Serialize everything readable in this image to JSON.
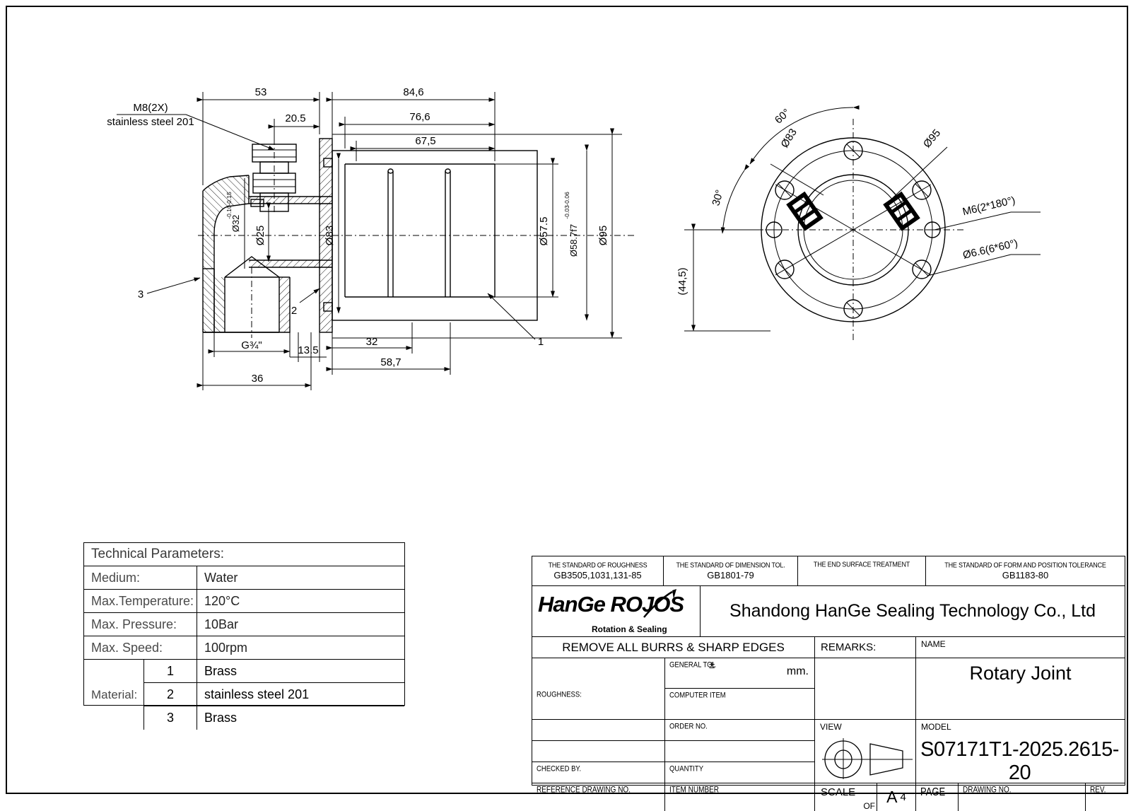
{
  "drawing": {
    "type": "engineering-technical-drawing",
    "sheet_size": "A4",
    "views": [
      {
        "name": "section-view",
        "position": "left"
      },
      {
        "name": "end-view",
        "position": "right"
      }
    ],
    "section_view_dimensions": {
      "top_chain": [
        "53",
        "20.5",
        "84,6",
        "76,6",
        "67,5"
      ],
      "bottom_chain": [
        "G¾\"",
        "36",
        "13.5",
        "32",
        "58,7"
      ],
      "diameters": [
        "Ø25",
        "Ø83",
        "Ø57.5",
        "Ø95"
      ],
      "toleranced": [
        {
          "value": "Ø32",
          "upper": "-0.10",
          "lower": "-0.15"
        },
        {
          "value": "Ø58.7f7",
          "upper": "-0.03",
          "lower": "-0.06"
        }
      ],
      "notes": [
        "M8(2X)",
        "stainless steel 201"
      ],
      "balloons": [
        "1",
        "2",
        "3"
      ]
    },
    "end_view_dimensions": {
      "angles": [
        "60°",
        "30°"
      ],
      "bolt_circles": [
        "Ø83",
        "Ø95"
      ],
      "reference": "(44,5)",
      "hole_callouts": [
        "M6(2*180°)",
        "Ø6.6(6*60°)"
      ]
    }
  },
  "tech_params": {
    "title": "Technical Parameters:",
    "rows": [
      {
        "label": "Medium:",
        "value": "Water"
      },
      {
        "label": "Max.Temperature:",
        "value": "120°C"
      },
      {
        "label": "Max. Pressure:",
        "value": "10Bar"
      },
      {
        "label": "Max. Speed:",
        "value": "100rpm"
      }
    ],
    "material_label": "Material:",
    "materials": [
      {
        "no": "1",
        "name": "Brass"
      },
      {
        "no": "2",
        "name": "stainless steel 201"
      },
      {
        "no": "3",
        "name": "Brass"
      }
    ]
  },
  "title_block": {
    "standards": [
      {
        "caption": "THE STANDARD OF ROUGHNESS",
        "value": "GB3505,1031,131-85"
      },
      {
        "caption": "THE STANDARD OF DIMENSION TOL.",
        "value": "GB1801-79"
      },
      {
        "caption": "THE END SURFACE TREATMENT",
        "value": ""
      },
      {
        "caption": "THE STANDARD OF FORM AND POSITION TOLERANCE",
        "value": "GB1183-80"
      }
    ],
    "logo": {
      "text": "HanGe ROJOS",
      "tagline": "Rotation & Sealing"
    },
    "company": "Shandong HanGe Sealing Technology Co., Ltd",
    "burrs_note": "REMOVE ALL BURRS & SHARP EDGES",
    "roughness_label": "ROUGHNESS:",
    "general_tol_label": "GENERAL TOL",
    "general_tol_symbol": "±",
    "general_tol_unit": "mm.",
    "computer_item_label": "COMPUTER ITEM",
    "order_no_label": "ORDER NO.",
    "checked_by_label": "CHECKED BY.",
    "quantity_label": "QUANTITY",
    "reference_drawing_label": "REFERENCE DRAWING NO.",
    "item_number_label": "ITEM NUMBER",
    "remarks_label": "REMARKS:",
    "name_label": "NAME",
    "name_value": "Rotary Joint",
    "model_label": "MODEL",
    "model_value": "S07171T1-2025.2615-20",
    "view_label": "VIEW",
    "scale_label": "SCALE",
    "scale_of": "OF",
    "sheet_format": "A",
    "sheet_number": "4",
    "page_label": "PAGE",
    "drawing_no_label": "DRAWING NO.",
    "rev_label": "REV."
  }
}
